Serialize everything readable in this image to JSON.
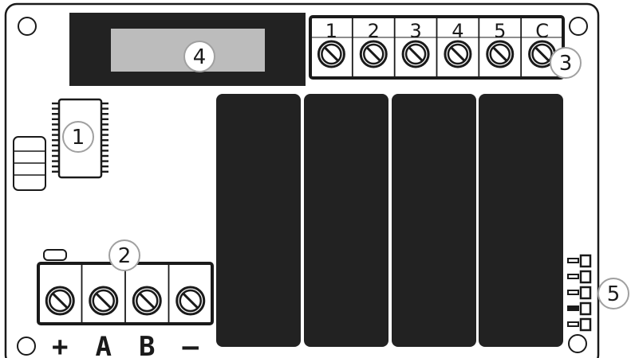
{
  "diagram": {
    "callouts": [
      {
        "id": "1",
        "label": "1"
      },
      {
        "id": "2",
        "label": "2"
      },
      {
        "id": "3",
        "label": "3"
      },
      {
        "id": "4",
        "label": "4"
      },
      {
        "id": "5",
        "label": "5"
      }
    ],
    "relay_terminals": [
      "1",
      "2",
      "3",
      "4",
      "5",
      "C"
    ],
    "bus_terminals": [
      "+",
      "A",
      "B",
      "–"
    ],
    "relay_count": 4,
    "header_pin_count": 5
  },
  "colors": {
    "board": "#ffffff",
    "outline": "#1a1a1a",
    "relay": "#222222",
    "display_body": "#222222",
    "display_screen": "#bcbcbc",
    "callout_fill": "#ffffff",
    "callout_stroke": "#a0a0a0"
  }
}
